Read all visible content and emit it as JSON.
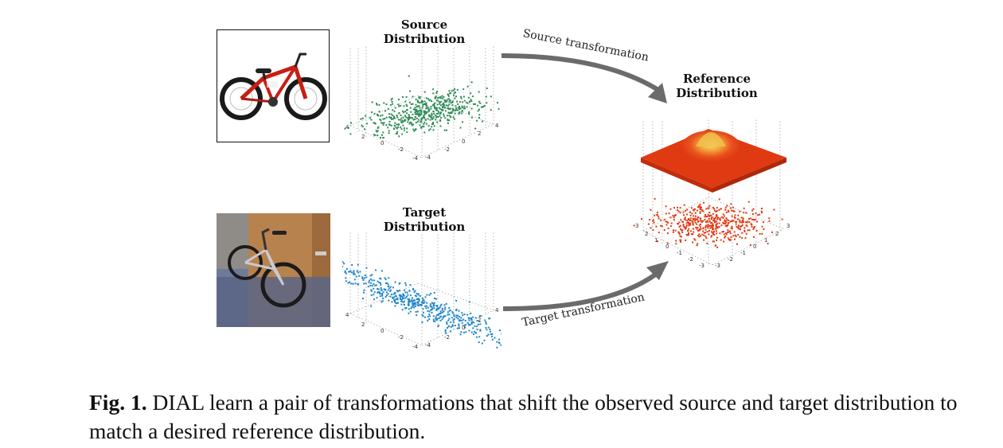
{
  "figure": {
    "source_title": "Source Distribution",
    "target_title": "Target Distribution",
    "reference_title": "Reference Distribution",
    "source_arrow_label": "Source transformation",
    "target_arrow_label": "Target transformation",
    "colors": {
      "source": "#2e8b57",
      "target": "#1f86c8",
      "reference": "#e03a12",
      "arrow": "#6b6b6b"
    },
    "source_photo": "red mountain bicycle on white background",
    "target_photo": "bicycle leaning against wooden door in office",
    "source_plot_ticks": [
      "4",
      "2",
      "0",
      "-2",
      "-4",
      "4",
      "2",
      "0",
      "-2",
      "-4"
    ],
    "target_plot_ticks": [
      "4",
      "2",
      "0",
      "-2",
      "-4",
      "4",
      "2",
      "0",
      "-2",
      "-4"
    ],
    "reference_plot_ticks": [
      "3",
      "2",
      "1",
      "0",
      "-1",
      "-2",
      "-3",
      "3",
      "2",
      "1",
      "0",
      "-1",
      "-2",
      "-3"
    ]
  },
  "caption": {
    "label": "Fig. 1.",
    "text": " DIAL learn a pair of transformations that shift the observed source and target distribution to match a desired reference distribution."
  }
}
